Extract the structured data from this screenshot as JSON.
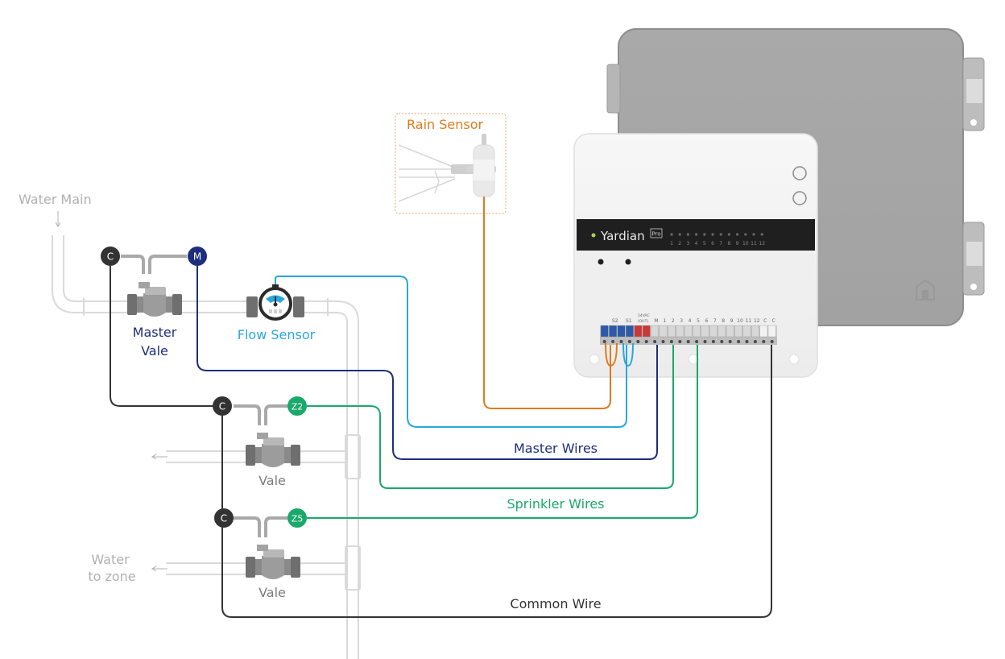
{
  "colors": {
    "rain": "#e07a1f",
    "flow": "#2aa7dc",
    "master": "#1d2e7e",
    "sprinkler": "#1aa86b",
    "common": "#333333",
    "pipe": "#d9d9d9",
    "label_gray": "#b0b0b0",
    "valve_gray": "#7c7c7c"
  },
  "labels": {
    "water_main": "Water Main",
    "rain_sensor": "Rain Sensor",
    "master_valve_line1": "Master",
    "master_valve_line2": "Vale",
    "flow_sensor": "Flow Sensor",
    "zone_valve_1": "Vale",
    "zone_valve_2": "Vale",
    "water_to_zone_line1": "Water",
    "water_to_zone_line2": "to zone",
    "master_wires": "Master Wires",
    "sprinkler_wires": "Sprinkler Wires",
    "common_wire": "Common Wire"
  },
  "badges": {
    "common": "C",
    "master": "M",
    "zone_a": "Z2",
    "zone_b": "Z5"
  },
  "controller": {
    "brand": "Yardian",
    "model_badge": "Pro",
    "led_numbers": [
      "1",
      "2",
      "3",
      "4",
      "5",
      "6",
      "7",
      "8",
      "9",
      "10",
      "11",
      "12"
    ],
    "terminal_headers": {
      "s2": "S2",
      "s1": "S1",
      "vac_line1": "24VAC",
      "vac_line2": "(OUT)",
      "terminals": [
        "M",
        "1",
        "2",
        "3",
        "4",
        "5",
        "6",
        "7",
        "8",
        "9",
        "10",
        "11",
        "12",
        "C",
        "C"
      ]
    }
  }
}
